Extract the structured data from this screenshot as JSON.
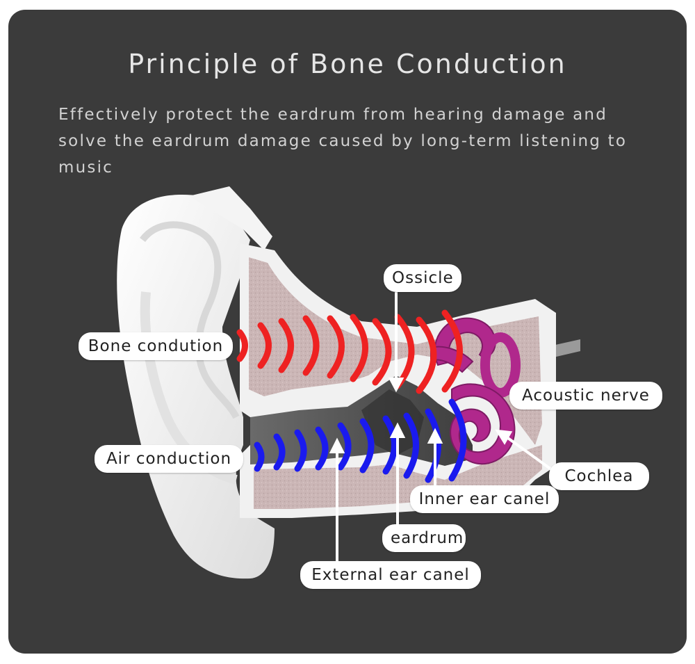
{
  "title": "Principle of Bone Conduction",
  "subtitle": "Effectively protect the eardrum from hearing damage and solve the eardrum damage caused by long-term listening to music",
  "labels": {
    "ossicle": "Ossicle",
    "bone_conduction": "Bone condution",
    "acoustic_nerve": "Acoustic nerve",
    "air_conduction": "Air conduction",
    "cochlea": "Cochlea",
    "inner_ear_canal": "Inner ear canel",
    "eardrum": "eardrum",
    "external_ear_canal": "External ear canel"
  },
  "colors": {
    "background": "#3b3b3b",
    "bone_wave": "#ee2222",
    "air_wave": "#1a1aee",
    "inner_ear": "#b0288c",
    "bone_tissue": "#c9b3b3",
    "ear_white": "#f2f2f2"
  }
}
